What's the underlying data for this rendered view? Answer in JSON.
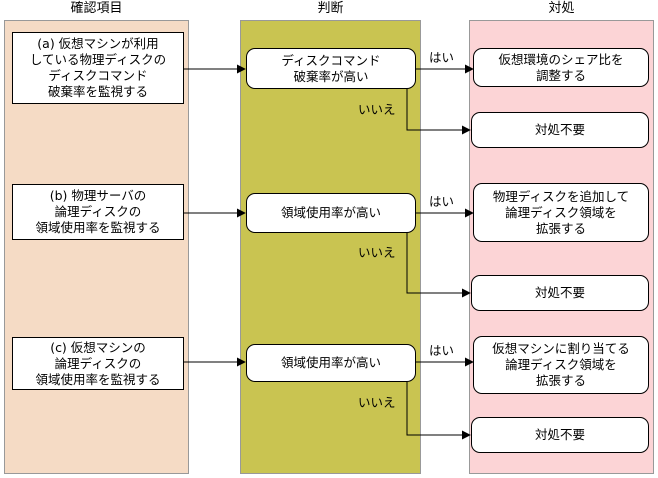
{
  "columns": {
    "check": "確認項目",
    "judge": "判断",
    "action": "対処"
  },
  "rows": [
    {
      "check": "(a) 仮想マシンが利用\nしている物理ディスクの\nディスクコマンド\n破棄率を監視する",
      "decision": "ディスクコマンド\n破棄率が高い",
      "yes_label": "はい",
      "no_label": "いいえ",
      "yes_action": "仮想環境のシェア比を\n調整する",
      "no_action": "対処不要"
    },
    {
      "check": "(b) 物理サーバの\n論理ディスクの\n領域使用率を監視する",
      "decision": "領域使用率が高い",
      "yes_label": "はい",
      "no_label": "いいえ",
      "yes_action": "物理ディスクを追加して\n論理ディスク領域を\n拡張する",
      "no_action": "対処不要"
    },
    {
      "check": "(c) 仮想マシンの\n論理ディスクの\n領域使用率を監視する",
      "decision": "領域使用率が高い",
      "yes_label": "はい",
      "no_label": "いいえ",
      "yes_action": "仮想マシンに割り当てる\n論理ディスク領域を\n拡張する",
      "no_action": "対処不要"
    }
  ],
  "colors": {
    "check_lane": "#f5dbc5",
    "judge_lane": "#c9c451",
    "action_lane": "#fcd4d6"
  }
}
